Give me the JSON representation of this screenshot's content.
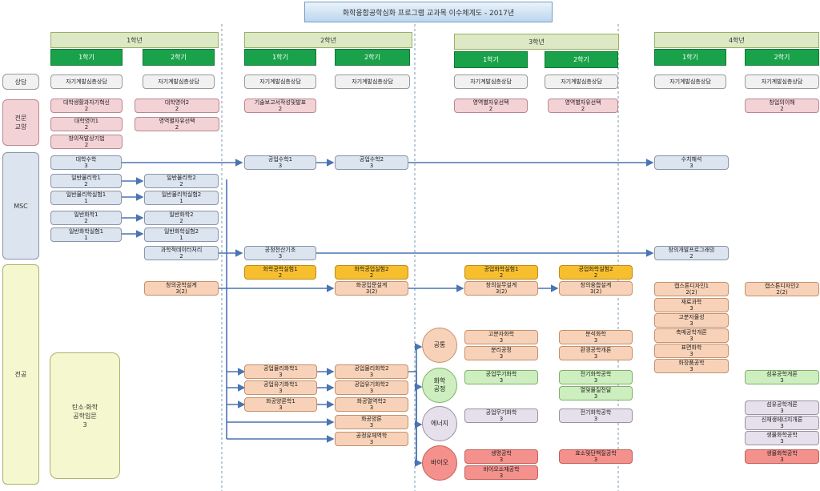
{
  "title": "화학융합공학심화 프로그램 교과목 이수체계도 - 2017년",
  "years": [
    "1학년",
    "2학년",
    "3학년",
    "4학년"
  ],
  "semester_labels": {
    "first": "1학기",
    "second": "2학기"
  },
  "categories": {
    "counsel": "상담",
    "liberal": "전문\n교양",
    "msc": "MSC",
    "major": "전공"
  },
  "intro_course": {
    "name": "탄소·화학\n공학입문",
    "credit": "3"
  },
  "counsel_courses": [
    "자기계발심층상담",
    "자기계발심층상담",
    "자기계발심층상담",
    "자기계발심층상담",
    "자기계발심층상담",
    "자기계발심층상담",
    "자기계발심층상담",
    "자기계발심층상담"
  ],
  "liberal_courses": [
    {
      "name": "대학생활과자기혁신",
      "credit": "2"
    },
    {
      "name": "대학영어1",
      "credit": "2"
    },
    {
      "name": "창의적발상기법",
      "credit": "2"
    },
    {
      "name": "대학영어2",
      "credit": "2"
    },
    {
      "name": "영역별자유선택",
      "credit": "2"
    },
    {
      "name": "기술보고서작성및발표",
      "credit": "2"
    },
    {
      "name": "영역별자유선택",
      "credit": "2"
    },
    {
      "name": "영역별자유선택",
      "credit": "2"
    },
    {
      "name": "창업의이해",
      "credit": "2"
    }
  ],
  "msc_courses": [
    {
      "name": "대학수학",
      "credit": "3"
    },
    {
      "name": "일반물리학1",
      "credit": "2"
    },
    {
      "name": "일반물리학실험1",
      "credit": "1"
    },
    {
      "name": "일반화학1",
      "credit": "2"
    },
    {
      "name": "일반화학실험1",
      "credit": "1"
    },
    {
      "name": "일반물리학2",
      "credit": "2"
    },
    {
      "name": "일반물리학실험2",
      "credit": "1"
    },
    {
      "name": "일반화학2",
      "credit": "2"
    },
    {
      "name": "일반화학실험2",
      "credit": "1"
    },
    {
      "name": "과학적데이터처리",
      "credit": "2"
    },
    {
      "name": "공업수학1",
      "credit": "3"
    },
    {
      "name": "공업수학2",
      "credit": "3"
    },
    {
      "name": "공정전산기초",
      "credit": "3"
    },
    {
      "name": "수치해석",
      "credit": "3"
    },
    {
      "name": "창의개발프로그래밍",
      "credit": "2"
    }
  ],
  "lab_courses": [
    {
      "name": "화학공학실험1",
      "credit": "2"
    },
    {
      "name": "화학공업실험2",
      "credit": "2"
    },
    {
      "name": "공업화학실험1",
      "credit": "2"
    },
    {
      "name": "공업화학실험2",
      "credit": "2"
    }
  ],
  "design_courses": [
    {
      "name": "창의공학설계",
      "credit": "3(2)"
    },
    {
      "name": "화공입문설계",
      "credit": "3(2)"
    },
    {
      "name": "창의실무설계",
      "credit": "3(2)"
    },
    {
      "name": "창의융합설계",
      "credit": "3(2)"
    },
    {
      "name": "캡스톤디자인1",
      "credit": "2(2)"
    },
    {
      "name": "캡스톤디자인2",
      "credit": "2(2)"
    }
  ],
  "year4_peach": [
    {
      "name": "재료과학",
      "credit": "3"
    },
    {
      "name": "고분자물성",
      "credit": "3"
    },
    {
      "name": "촉매공학개론",
      "credit": "3"
    },
    {
      "name": "표면화학",
      "credit": "3"
    },
    {
      "name": "화장품공학",
      "credit": "3"
    }
  ],
  "core_courses": [
    {
      "name": "공업물리화학1",
      "credit": "3"
    },
    {
      "name": "공업유기화학1",
      "credit": "3"
    },
    {
      "name": "화공양론학1",
      "credit": "3"
    },
    {
      "name": "공업물리화학2",
      "credit": "3"
    },
    {
      "name": "공업유기화학2",
      "credit": "3"
    },
    {
      "name": "화공열역학2",
      "credit": "3"
    },
    {
      "name": "화공양론",
      "credit": "3"
    },
    {
      "name": "공정유체역학",
      "credit": "3"
    }
  ],
  "tracks": {
    "common": "공통",
    "chemical": "화학\n공정",
    "energy": "에너지",
    "bio": "바이오"
  },
  "common_courses": [
    {
      "name": "고분자화학",
      "credit": "3"
    },
    {
      "name": "분리공정",
      "credit": "3"
    },
    {
      "name": "분석화학",
      "credit": "3"
    },
    {
      "name": "환경공학개론",
      "credit": "3"
    }
  ],
  "chemical_courses": [
    {
      "name": "공업무기화학",
      "credit": "3"
    },
    {
      "name": "전기화학공학",
      "credit": "3"
    },
    {
      "name": "열및물질전달",
      "credit": "3"
    },
    {
      "name": "섬유공학개론",
      "credit": "3"
    }
  ],
  "energy_courses": [
    {
      "name": "공업무기화학",
      "credit": "3"
    },
    {
      "name": "전기화학공학",
      "credit": "3"
    },
    {
      "name": "섬유공학개론",
      "credit": "3"
    },
    {
      "name": "신재생에너지개론",
      "credit": "3"
    },
    {
      "name": "생물화학공학",
      "credit": "3"
    }
  ],
  "bio_courses": [
    {
      "name": "생명공학",
      "credit": "3"
    },
    {
      "name": "바이오소재공학",
      "credit": "3"
    },
    {
      "name": "효소및단백질공학",
      "credit": "3"
    },
    {
      "name": "생물화학공학",
      "credit": "3"
    }
  ]
}
